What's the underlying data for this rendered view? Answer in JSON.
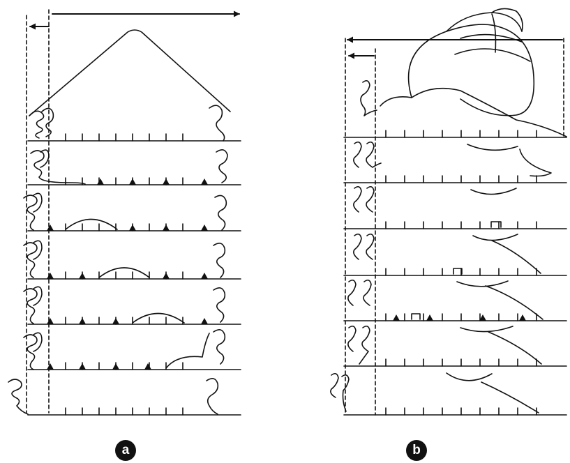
{
  "figure": {
    "panels": [
      {
        "id": "a",
        "label": "a",
        "frames": [
          {
            "triangles": []
          },
          {
            "triangles": [
              2,
              4,
              6,
              8
            ]
          },
          {
            "triangles": [
              0,
              4,
              6,
              8
            ]
          },
          {
            "triangles": [
              0,
              1,
              6,
              8
            ]
          },
          {
            "triangles": [
              0,
              1,
              2,
              8
            ]
          },
          {
            "triangles": [
              0,
              1,
              2,
              3
            ]
          },
          {
            "triangles": []
          }
        ]
      },
      {
        "id": "b",
        "label": "b",
        "frames": [
          {
            "triangles": []
          },
          {
            "triangles": []
          },
          {
            "triangles": []
          },
          {
            "triangles": []
          },
          {
            "triangles": [
              0,
              1,
              2,
              3
            ]
          },
          {
            "triangles": []
          },
          {
            "triangles": []
          }
        ]
      }
    ],
    "colors": {
      "ink": "#111111",
      "paper": "#ffffff",
      "badge": "#111111",
      "badge_text": "#ffffff"
    }
  }
}
